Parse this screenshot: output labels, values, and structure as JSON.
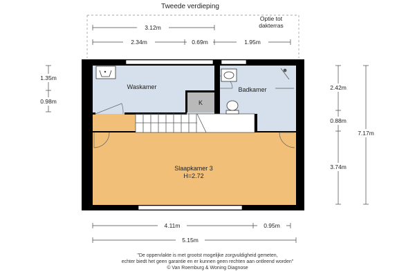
{
  "title": "Tweede verdieping",
  "option_label_line1": "Optie tot",
  "option_label_line2": "dakterras",
  "rooms": {
    "waskamer": "Waskamer",
    "badkamer": "Badkamer",
    "slaapkamer": "Slaapkamer 3",
    "slaapkamer_height": "H=2.72",
    "closet": "K"
  },
  "dimensions": {
    "top_total": "3.12m",
    "top_a": "2.34m",
    "top_b": "0.69m",
    "top_c": "1.95m",
    "left_a": "1.35m",
    "left_b": "0.98m",
    "right_a": "2.42m",
    "right_b": "0.88m",
    "right_c": "3.74m",
    "right_total": "7.17m",
    "bottom_a": "4.11m",
    "bottom_b": "0.95m",
    "bottom_total": "5.15m"
  },
  "disclaimer": {
    "line1": "\"De oppervlakte is met grootst mogelijke zorgvuldigheid gemeten,",
    "line2": "echter biedt het geen garantie en er kunnen geen rechten aan ontleend worden\"",
    "line3": "© Van Roemburg & Woning Diagnose"
  },
  "colors": {
    "wet_room": "#d5e0ec",
    "bedroom": "#f1bf78",
    "wall": "#000000",
    "dim_line": "#444444"
  }
}
